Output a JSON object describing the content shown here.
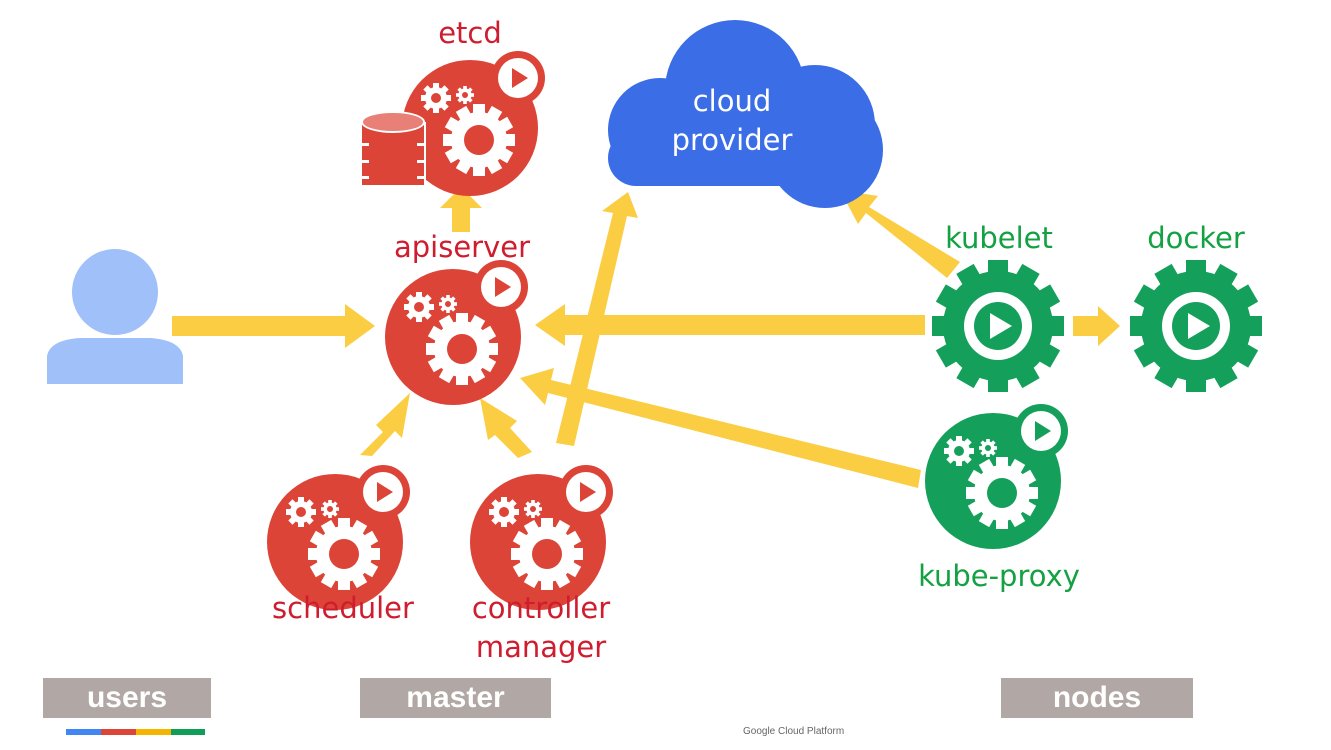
{
  "title": "Kubernetes architecture overview",
  "colors": {
    "master_red": "#dc4437",
    "node_green": "#14a05a",
    "cloud_blue": "#3b6ee6",
    "user_blue": "#9fc0f9",
    "arrow_yellow": "#fbcd43",
    "label_red": "#cf1c2e",
    "label_green": "#14a142",
    "band_gray": "#b1a8a6"
  },
  "components": {
    "etcd": {
      "label": "etcd",
      "icon": "database-gear-icon"
    },
    "apiserver": {
      "label": "apiserver",
      "icon": "gears-play-icon"
    },
    "scheduler": {
      "label": "scheduler",
      "icon": "gears-play-icon"
    },
    "controller_manager": {
      "label_line1": "controller",
      "label_line2": "manager",
      "icon": "gears-play-icon"
    },
    "cloud_provider": {
      "label_line1": "cloud",
      "label_line2": "provider",
      "icon": "cloud-icon"
    },
    "kubelet": {
      "label": "kubelet",
      "icon": "gear-play-icon"
    },
    "docker": {
      "label": "docker",
      "icon": "gear-play-icon"
    },
    "kube_proxy": {
      "label": "kube-proxy",
      "icon": "gears-play-icon"
    },
    "user": {
      "icon": "user-icon"
    }
  },
  "connections": [
    {
      "from": "users",
      "to": "apiserver"
    },
    {
      "from": "apiserver",
      "to": "etcd"
    },
    {
      "from": "scheduler",
      "to": "apiserver"
    },
    {
      "from": "controller_manager",
      "to": "apiserver"
    },
    {
      "from": "controller_manager",
      "to": "cloud_provider"
    },
    {
      "from": "kubelet",
      "to": "apiserver"
    },
    {
      "from": "kubelet",
      "to": "cloud_provider"
    },
    {
      "from": "kubelet",
      "to": "docker"
    },
    {
      "from": "kube_proxy",
      "to": "apiserver"
    }
  ],
  "sections": {
    "users": "users",
    "master": "master",
    "nodes": "nodes"
  },
  "google_bar_colors": [
    "#4285f4",
    "#db4437",
    "#f4b400",
    "#0f9d58"
  ],
  "footer": "Google Cloud Platform"
}
